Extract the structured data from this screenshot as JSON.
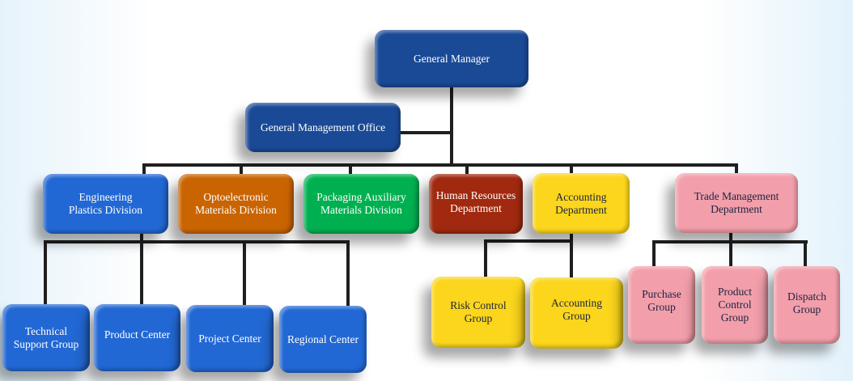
{
  "colors": {
    "navy": "#1a4a96",
    "blue": "#2268d4",
    "orange": "#c96400",
    "green": "#00b050",
    "red": "#a0290f",
    "yellow": "#fbd61c",
    "pink": "#f29fab",
    "line": "#1f1f1f"
  },
  "nodes": {
    "general_manager": "General Manager",
    "general_management_office": "General Management Office",
    "engineering_plastics": "Engineering\nPlastics Division",
    "optoelectronic": "Optoelectronic\nMaterials Division",
    "packaging": "Packaging Auxiliary\nMaterials Division",
    "human_resources": "Human Resources\nDepartment",
    "accounting_department": "Accounting\nDepartment",
    "trade_management": "Trade Management\nDepartment",
    "technical_support": "Technical\nSupport Group",
    "product_center": "Product Center",
    "project_center": "Project Center",
    "regional_center": "Regional Center",
    "risk_control": "Risk Control\nGroup",
    "accounting_group": "Accounting\nGroup",
    "purchase_group": "Purchase\nGroup",
    "product_control": "Product\nControl\nGroup",
    "dispatch_group": "Dispatch\nGroup"
  }
}
